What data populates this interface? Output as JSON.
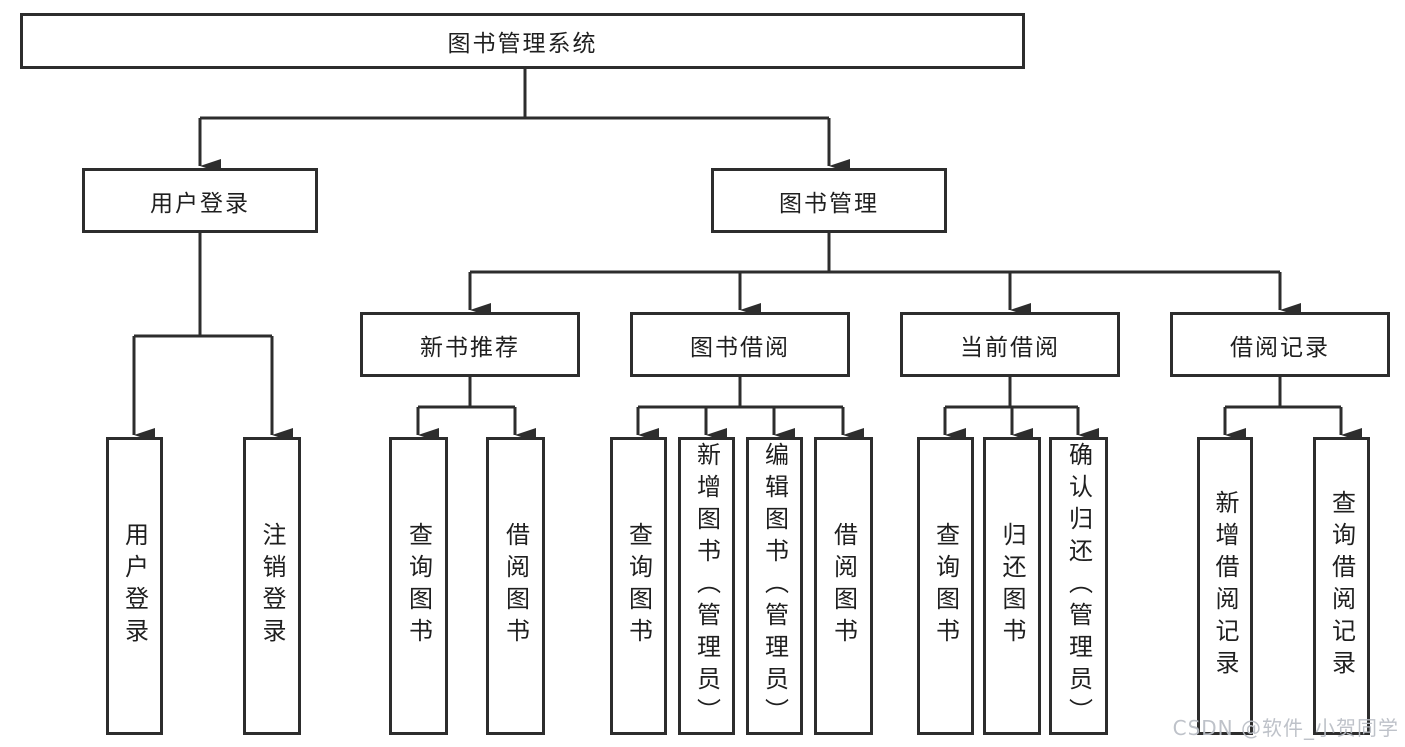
{
  "title": "图书管理系统",
  "colors": {
    "line": "#2d2d2d",
    "text": "#1f1f1f",
    "background": "#ffffff",
    "watermark": "#babfc6"
  },
  "watermark": "CSDN @软件_小贺同学",
  "tree": {
    "label": "图书管理系统",
    "children": [
      {
        "label": "用户登录",
        "children": [
          {
            "label": "用户登录"
          },
          {
            "label": "注销登录"
          }
        ]
      },
      {
        "label": "图书管理",
        "children": [
          {
            "label": "新书推荐",
            "children": [
              {
                "label": "查询图书"
              },
              {
                "label": "借阅图书"
              }
            ]
          },
          {
            "label": "图书借阅",
            "children": [
              {
                "label": "查询图书"
              },
              {
                "label": "新增图书（管理员）"
              },
              {
                "label": "编辑图书（管理员）"
              },
              {
                "label": "借阅图书"
              }
            ]
          },
          {
            "label": "当前借阅",
            "children": [
              {
                "label": "查询图书"
              },
              {
                "label": "归还图书"
              },
              {
                "label": "确认归还（管理员）"
              }
            ]
          },
          {
            "label": "借阅记录",
            "children": [
              {
                "label": "新增借阅记录"
              },
              {
                "label": "查询借阅记录"
              }
            ]
          }
        ]
      }
    ]
  }
}
